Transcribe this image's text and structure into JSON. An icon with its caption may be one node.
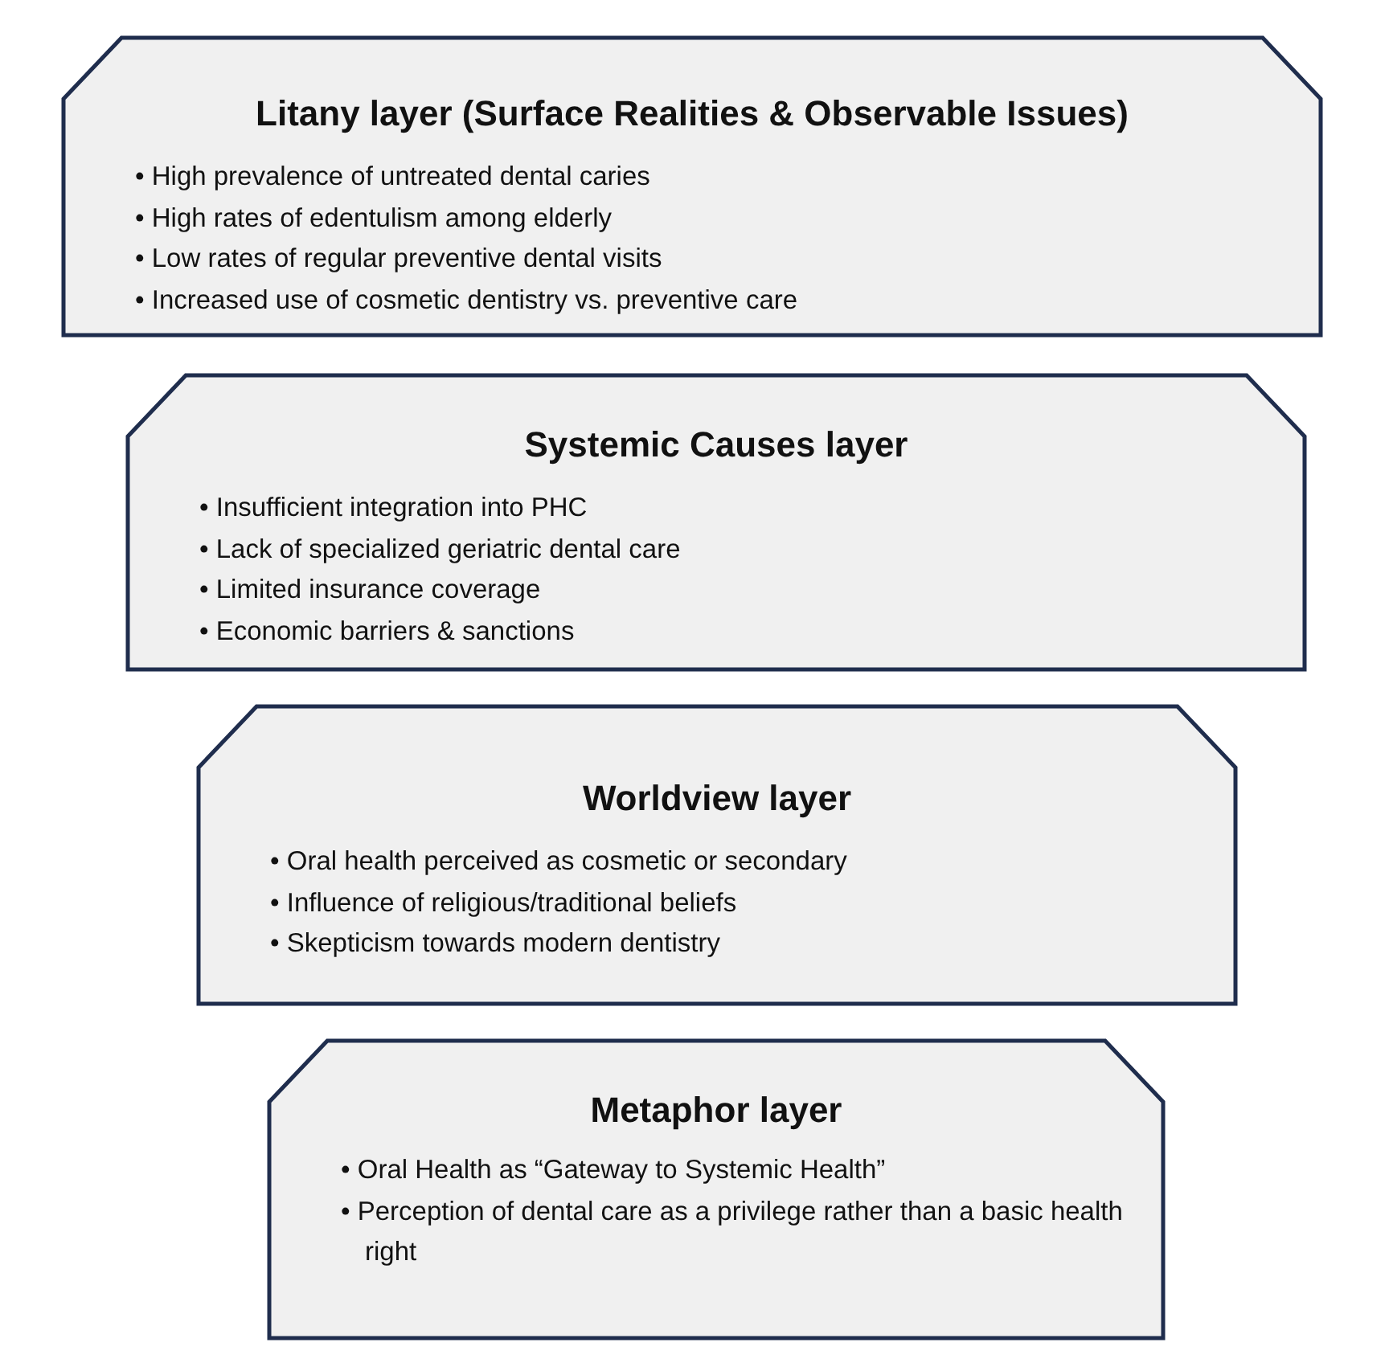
{
  "diagram": {
    "nodes": [
      {
        "text": [
          "Litany layer (Surface Realities & Observable Issues)",
          "• High prevalence of untreated dental caries",
          "• High rates of edentulism among elderly",
          "• Low rates of regular preventive dental visits",
          "• Increased use of cosmetic dentistry vs. preventive care"
        ]
      },
      {
        "text": [
          "Systemic Causes layer",
          "• Insufficient integration into PHC",
          "• Lack of specialized geriatric dental care",
          "• Limited insurance coverage",
          "• Economic barriers & sanctions"
        ]
      },
      {
        "text": [
          "Worldview layer",
          "• Oral health perceived as cosmetic or secondary",
          "• Influence of religious/traditional beliefs",
          "• Skepticism towards modern dentistry"
        ]
      },
      {
        "text": [
          "Metaphor layer",
          "• Oral Health as “Gateway to Systemic Health”",
          "• Perception of dental care as a privilege rather than a basic health right"
        ]
      }
    ],
    "edges": []
  }
}
